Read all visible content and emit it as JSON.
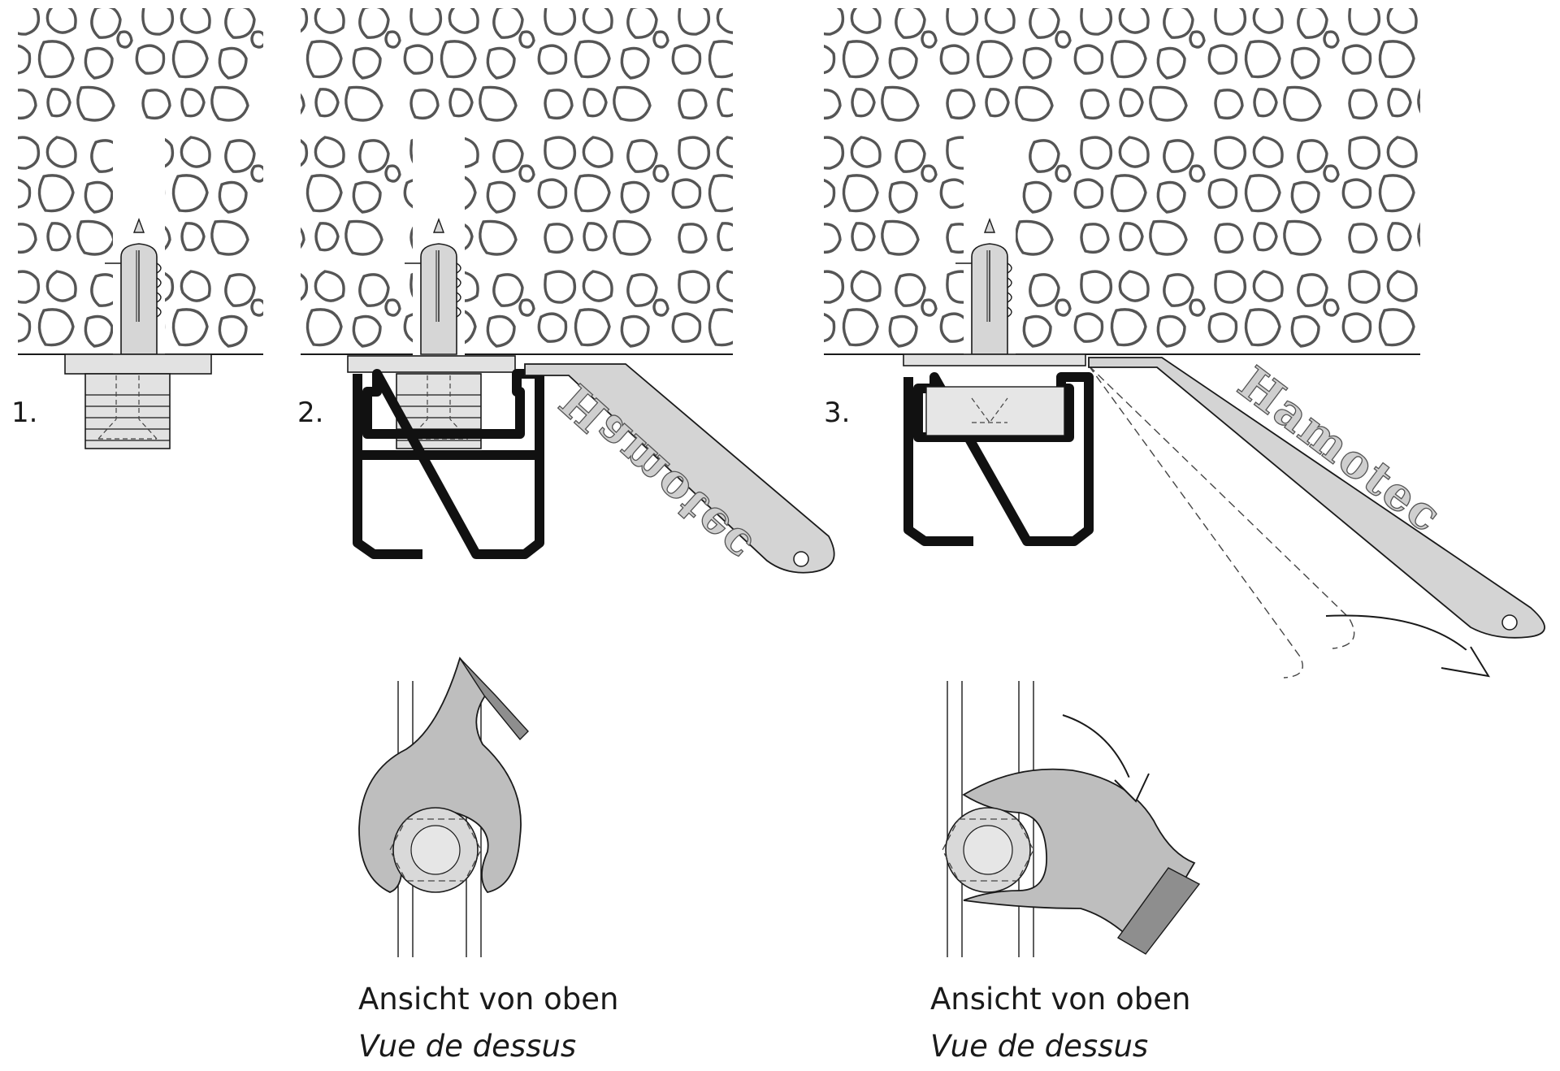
{
  "steps": [
    {
      "number": "1."
    },
    {
      "number": "2."
    },
    {
      "number": "3."
    }
  ],
  "tool": {
    "brand": "Hamotec"
  },
  "views": [
    {
      "title_de": "Ansicht von oben",
      "title_fr": "Vue de dessus"
    },
    {
      "title_de": "Ansicht von oben",
      "title_fr": "Vue de dessus"
    }
  ],
  "colors": {
    "line": "#1a1a1a",
    "metal": "#c8c8c8",
    "metal_dark": "#a9a9a9",
    "rail": "#111111",
    "tool": "#d4d4d4",
    "tool_top": "#9e9e9e"
  }
}
